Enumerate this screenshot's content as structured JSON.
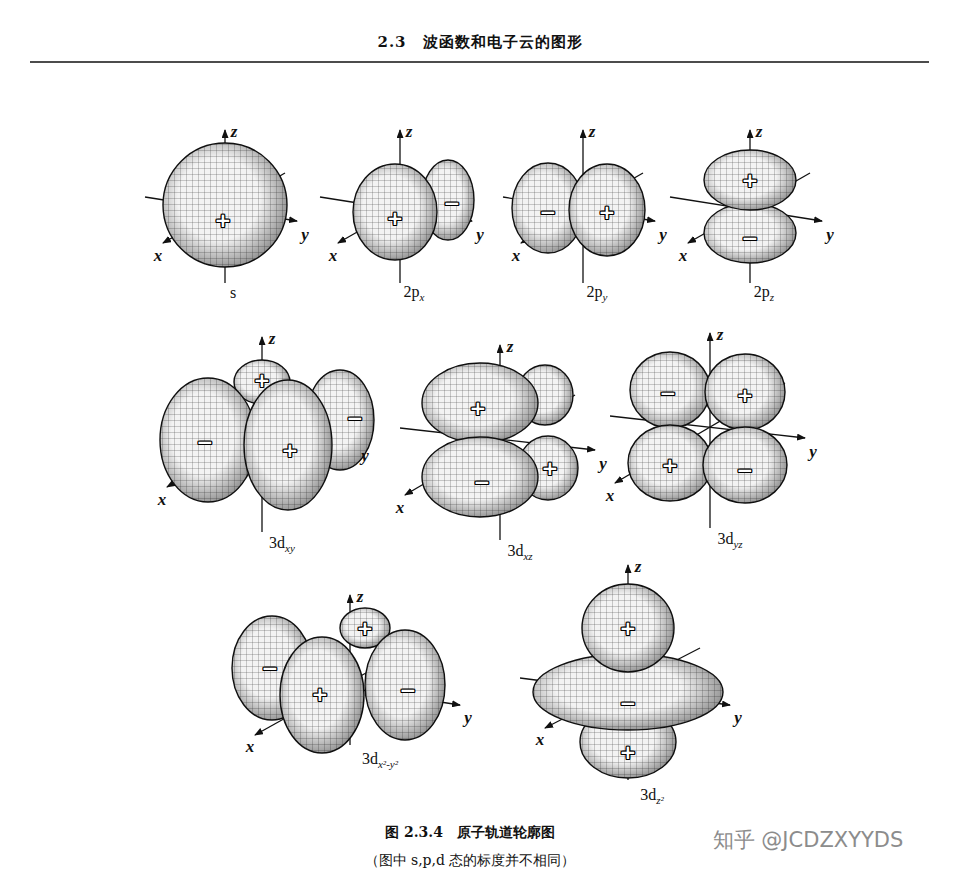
{
  "diagram": {
    "title": "2.3　波函数和电子云的图形",
    "caption": "图 2.3.4　原子轨道轮廓图",
    "labels": [
      "z",
      "y",
      "x",
      "+",
      "s",
      "z",
      "y",
      "x",
      "+",
      "−",
      "2px",
      "z",
      "y",
      "x",
      "−",
      "+",
      "2py",
      "z",
      "y",
      "x",
      "+",
      "−",
      "2pz",
      "z",
      "y",
      "x",
      "+",
      "−",
      "−",
      "+",
      "3dxy",
      "z",
      "y",
      "x",
      "+",
      "−",
      "+",
      "3dxz",
      "z",
      "y",
      "x",
      "−",
      "+",
      "+",
      "−",
      "3dyz",
      "z",
      "y",
      "x",
      "+",
      "−",
      "−",
      "+",
      "3dx²-y²",
      "z",
      "y",
      "x",
      "+",
      "−",
      "+",
      "3dz²",
      "（图中 s,p,d 态的标度并不相同）",
      "知乎 @JCDZXYYDS"
    ]
  }
}
